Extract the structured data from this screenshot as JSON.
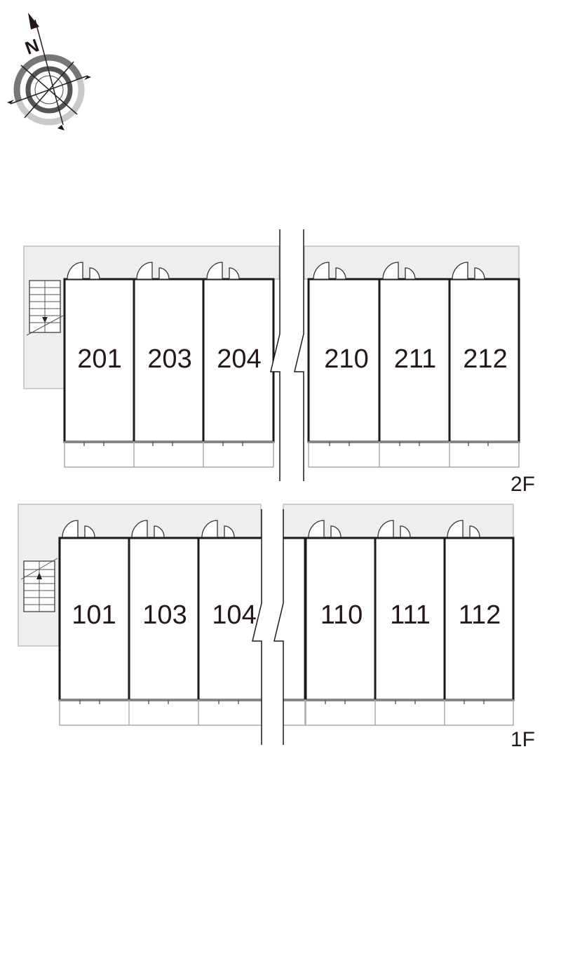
{
  "compass": {
    "label": "N",
    "icon": "compass-rose-icon"
  },
  "floors": [
    {
      "id": "2F",
      "label": "2F",
      "units_left": [
        "201",
        "203",
        "204"
      ],
      "units_right": [
        "210",
        "211",
        "212"
      ]
    },
    {
      "id": "1F",
      "label": "1F",
      "units_left": [
        "101",
        "103",
        "104"
      ],
      "units_right": [
        "110",
        "111",
        "112"
      ]
    }
  ],
  "colors": {
    "wall": "#1a1a1a",
    "corridor": "#eeeeee",
    "corridor_edge": "#bbbbbb",
    "text": "#231815"
  }
}
